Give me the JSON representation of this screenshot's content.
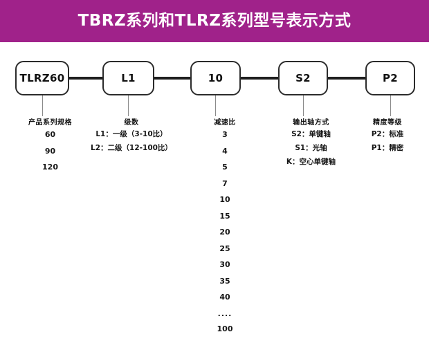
{
  "banner": {
    "title": "TBRZ系列和TLRZ系列型号表示方式",
    "background_color": "#A0228A",
    "text_color": "#FFFFFF"
  },
  "diagram": {
    "boxes": [
      {
        "label": "TLRZ60",
        "name": "code-box-series"
      },
      {
        "label": "L1",
        "name": "code-box-stage"
      },
      {
        "label": "10",
        "name": "code-box-ratio"
      },
      {
        "label": "S2",
        "name": "code-box-output-shaft"
      },
      {
        "label": "P2",
        "name": "code-box-precision"
      }
    ],
    "columns": [
      {
        "name": "product-series-spec",
        "header": "产品系列规格",
        "items": [
          "60",
          "90",
          "120"
        ],
        "numeric": true
      },
      {
        "name": "stage-count",
        "header": "级数",
        "items": [
          "L1：一级（3-10比）",
          "L2：二级（12-100比）"
        ],
        "numeric": false
      },
      {
        "name": "reduction-ratio",
        "header": "减速比",
        "items": [
          "3",
          "4",
          "5",
          "7",
          "10",
          "15",
          "20",
          "25",
          "30",
          "35",
          "40",
          "....",
          "100"
        ],
        "numeric": true
      },
      {
        "name": "output-shaft-type",
        "header": "输出轴方式",
        "items": [
          "S2：单键轴",
          "S1：光轴",
          "K：空心单键轴"
        ],
        "numeric": false
      },
      {
        "name": "precision-grade",
        "header": "精度等级",
        "items": [
          "P2：标准",
          "P1：精密"
        ],
        "numeric": false
      }
    ]
  }
}
